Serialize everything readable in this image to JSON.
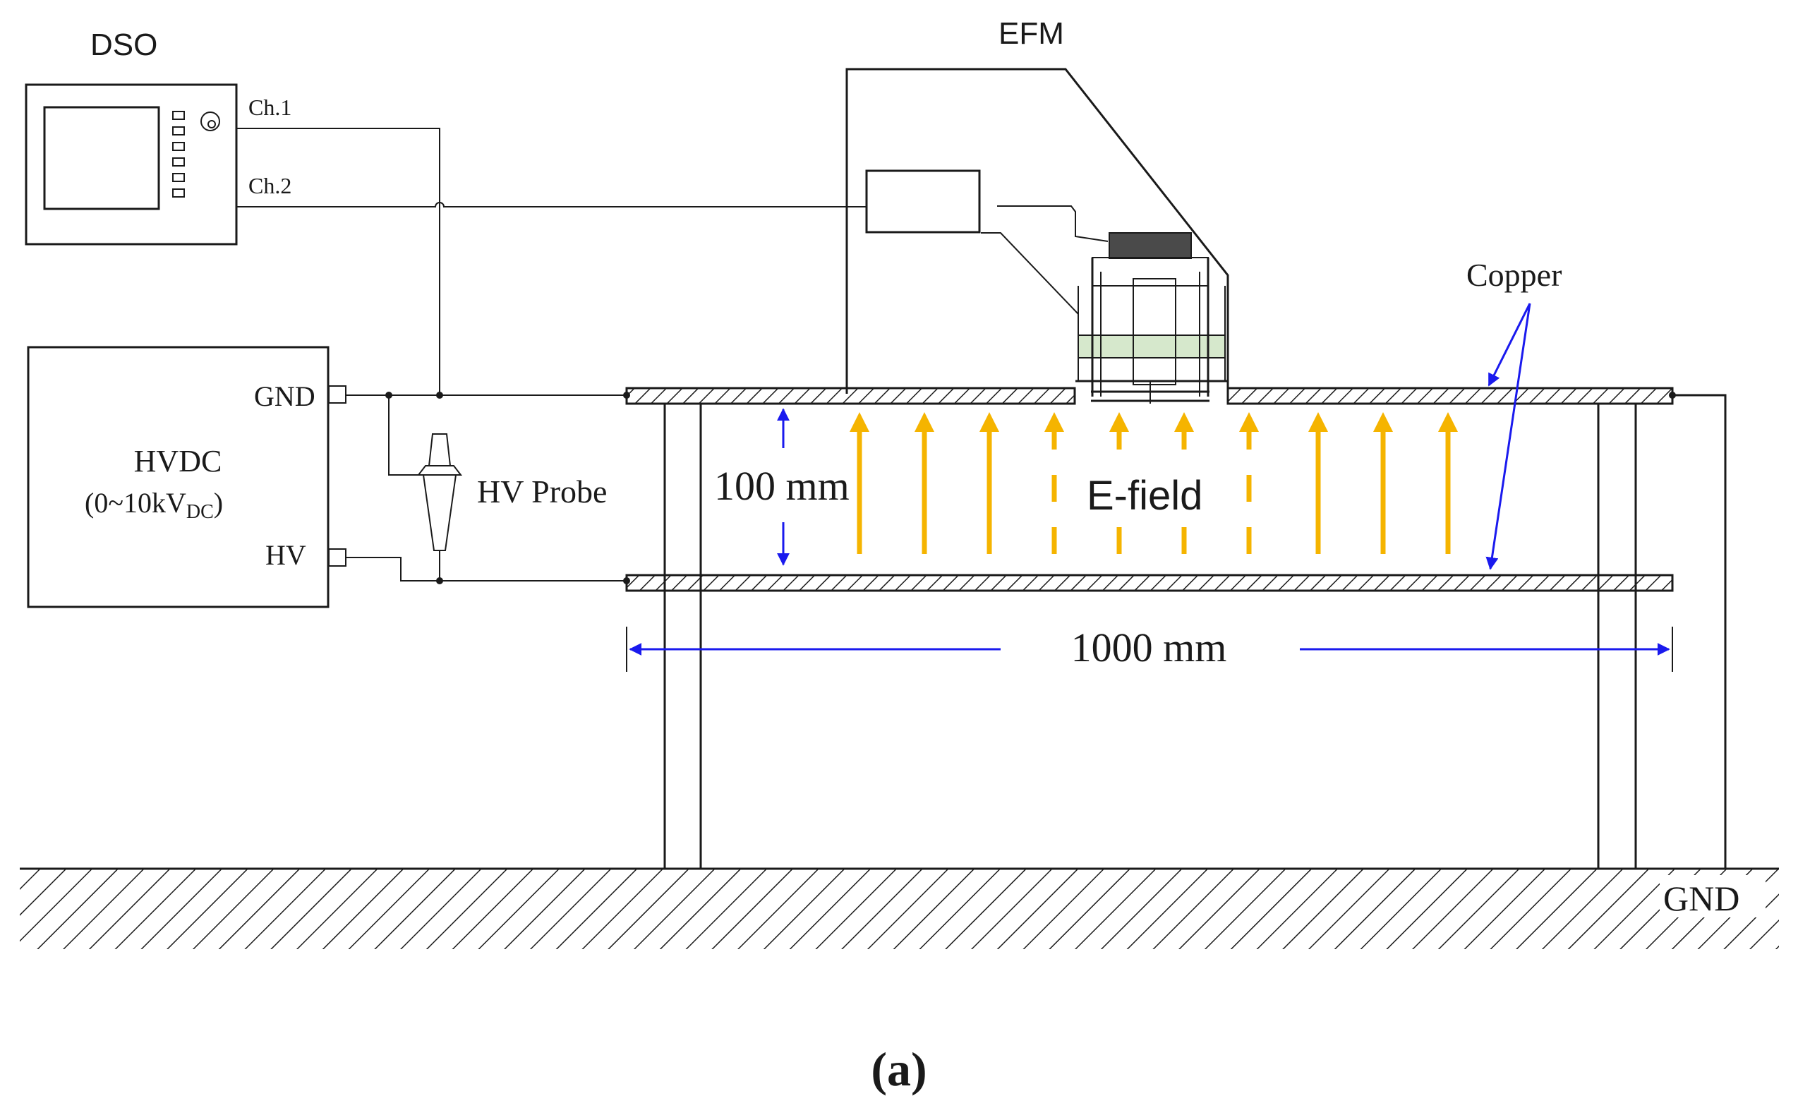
{
  "labels": {
    "dso": "DSO",
    "ch1": "Ch.1",
    "ch2": "Ch.2",
    "efm": "EFM",
    "copper": "Copper",
    "gnd_terminal": "GND",
    "hvdc": "HVDC",
    "hvdc_range_main": "(0~10kV",
    "hvdc_range_sub": "DC",
    "hvdc_range_close": ")",
    "hv_terminal": "HV",
    "hv_probe": "HV Probe",
    "gap": "100 mm",
    "efield": "E-field",
    "width": "1000 mm",
    "ground": "GND",
    "caption": "(a)"
  },
  "colors": {
    "field_arrow": "#f5b400",
    "dimension_arrow": "#1a1aee",
    "line": "#1a1a1a",
    "sensor_band": "#d6e8cc"
  }
}
